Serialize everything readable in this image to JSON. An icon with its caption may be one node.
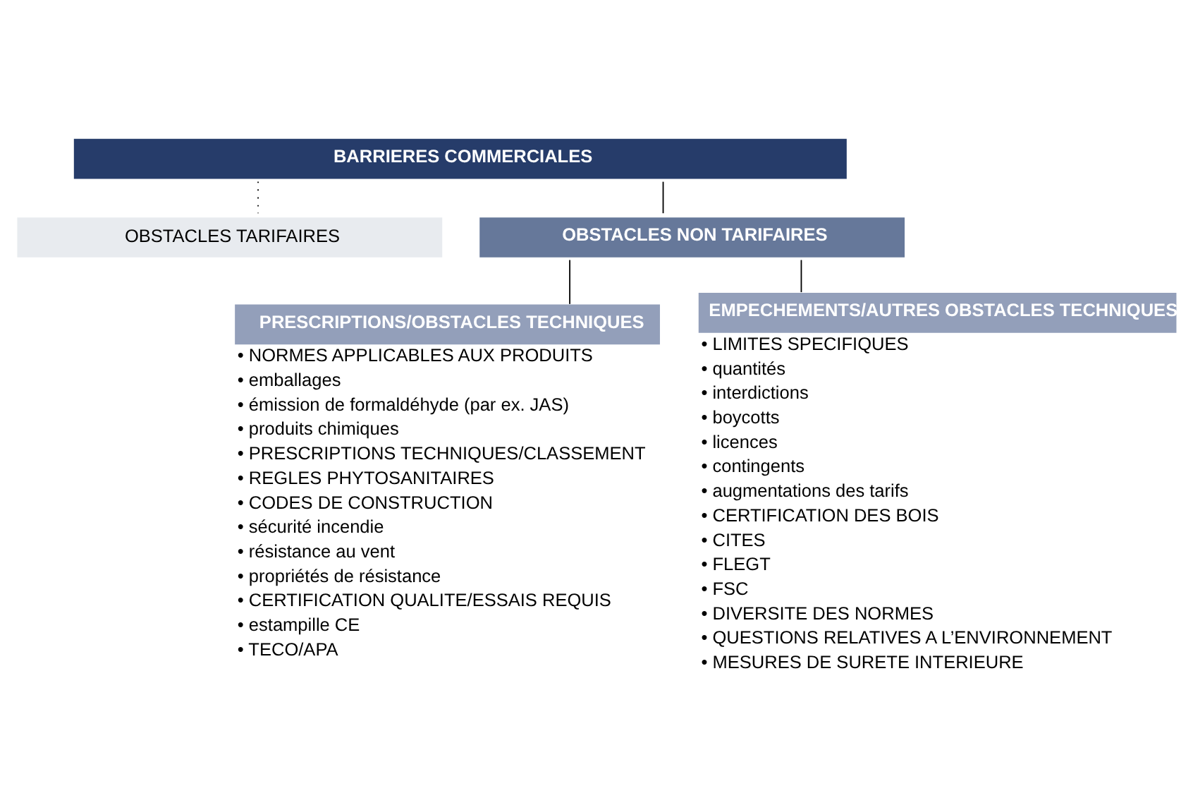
{
  "diagram": {
    "nodes": [
      {
        "text": [
          "BARRIERES COMMERCIALES"
        ]
      },
      {
        "text": [
          "OBSTACLES TARIFAIRES"
        ]
      },
      {
        "text": [
          "OBSTACLES NON TARIFAIRES"
        ]
      },
      {
        "text": [
          "PRESCRIPTIONS/OBSTACLES TECHNIQUES"
        ],
        "beside": [
          "• NORMES APPLICABLES AUX PRODUITS",
          "• emballages",
          "• émission de formaldéhyde (par ex. JAS)",
          "• produits chimiques",
          "• PRESCRIPTIONS TECHNIQUES/CLASSEMENT",
          "• REGLES PHYTOSANITAIRES",
          "• CODES DE CONSTRUCTION",
          "• sécurité incendie",
          "• résistance au vent",
          "• propriétés de résistance",
          "• CERTIFICATION QUALITE/ESSAIS REQUIS",
          "• estampille CE",
          "• TECO/APA"
        ]
      },
      {
        "text": [
          "EMPECHEMENTS/AUTRES OBSTACLES TECHNIQUES"
        ],
        "beside": [
          "• LIMITES SPECIFIQUES",
          "• quantités",
          "• interdictions",
          "• boycotts",
          "• licences",
          "• contingents",
          "• augmentations des tarifs",
          "• CERTIFICATION DES BOIS",
          "• CITES",
          "• FLEGT",
          "• FSC",
          "• DIVERSITE DES NORMES",
          "• QUESTIONS RELATIVES A L’ENVIRONNEMENT",
          "• MESURES DE SURETE INTERIEURE"
        ]
      }
    ],
    "edges": [
      {
        "from": 0,
        "to": 1,
        "arrow": "none",
        "style": "dashed"
      },
      {
        "from": 0,
        "to": 2,
        "arrow": "none"
      },
      {
        "from": 2,
        "to": 3,
        "arrow": "none"
      },
      {
        "from": 2,
        "to": 4,
        "arrow": "none"
      }
    ]
  }
}
